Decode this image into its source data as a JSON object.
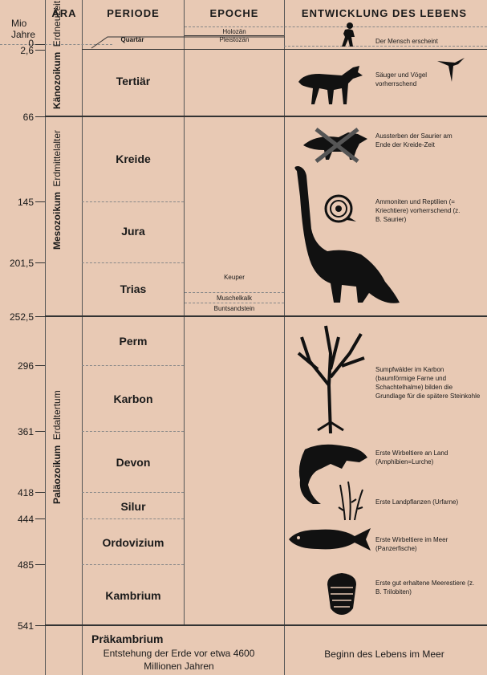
{
  "headers": {
    "unit": "Mio Jahre",
    "era": "ÄRA",
    "period": "PERIODE",
    "epoch": "EPOCHE",
    "life": "ENTWICKLUNG DES LEBENS"
  },
  "ticks": [
    "0",
    "2,6",
    "66",
    "145",
    "201,5",
    "252,5",
    "296",
    "361",
    "418",
    "444",
    "485",
    "541"
  ],
  "eras": [
    {
      "name": "Känozoikum",
      "sub": "Erdneuzeit"
    },
    {
      "name": "Mesozoikum",
      "sub": "Erdmittelalter"
    },
    {
      "name": "Paläozoikum",
      "sub": "Erdaltertum"
    }
  ],
  "periods": [
    "Quartär",
    "Tertiär",
    "Kreide",
    "Jura",
    "Trias",
    "Perm",
    "Karbon",
    "Devon",
    "Silur",
    "Ordovizium",
    "Kambrium"
  ],
  "epochs": [
    "Holozän",
    "Pleistozän",
    "Keuper",
    "Muschelkalk",
    "Buntsandstein"
  ],
  "events": [
    "Der Mensch erscheint",
    "Säuger und Vögel vorherrschend",
    "Aussterben der Saurier am Ende der Kreide-Zeit",
    "Ammoniten und Reptilien (= Kriechtiere) vorherrschend (z. B. Saurier)",
    "Sumpfwälder im Karbon (baumförmige Farne und Schachtelhalme) bilden die Grundlage für die spätere Steinkohle",
    "Erste Wirbeltiere an Land (Amphibien=Lurche)",
    "Erste Landpflanzen (Urfarne)",
    "Erste Wirbeltiere im Meer (Panzerfische)",
    "Erste gut erhaltene Meerestiere (z. B. Trilobiten)"
  ],
  "precambrian": {
    "title": "Präkambrium",
    "desc": "Entstehung der Erde vor etwa 4600 Millionen Jahren",
    "life": "Beginn des Lebens im Meer"
  },
  "icons": [
    "human-icon",
    "mammal-icon",
    "bird-icon",
    "triceratops-icon",
    "ammonite-icon",
    "sauropod-icon",
    "tree-icon",
    "amphibian-icon",
    "fern-icon",
    "fish-icon",
    "trilobite-icon"
  ]
}
